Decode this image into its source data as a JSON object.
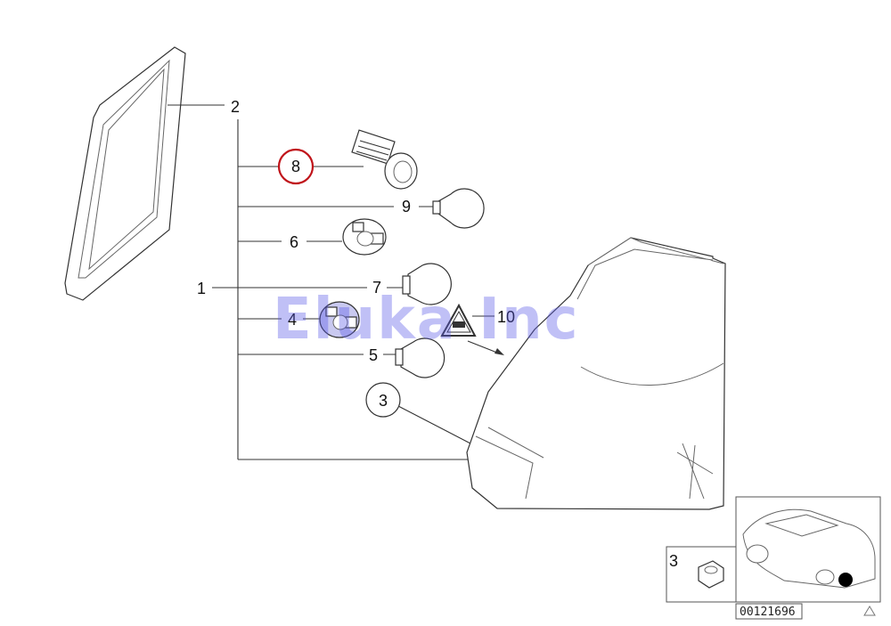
{
  "callouts": {
    "c1": "1",
    "c2": "2",
    "c3_circle": "3",
    "c4": "4",
    "c5": "5",
    "c6": "6",
    "c7": "7",
    "c8_highlighted": "8",
    "c9": "9",
    "c10": "10",
    "inset_c3": "3"
  },
  "watermark": "Eluka Inc",
  "diagram_id": "00121696",
  "colors": {
    "highlight_ring": "#c0141a",
    "watermark": "#5a5ae8",
    "line": "#333333"
  }
}
